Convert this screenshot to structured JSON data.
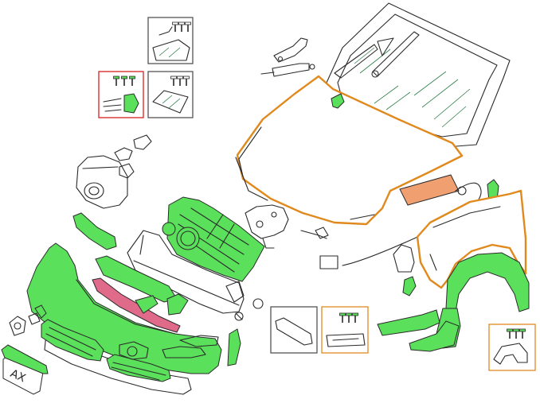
{
  "colors": {
    "highlight_green": "#5be05b",
    "outline_orange": "#e08a1e",
    "selected_red": "#d61f1f",
    "thumb_gray": "#555555",
    "panel_salmon": "#f0a070",
    "glass_line": "#2f7d4a",
    "ink": "#2a2a2a"
  },
  "license_plate": {
    "text": "AX"
  },
  "thumbnails": [
    {
      "id": "windshield-glass-kit",
      "state": "default"
    },
    {
      "id": "headlamp-kit",
      "state": "selected"
    },
    {
      "id": "glass-panel-kit",
      "state": "default"
    },
    {
      "id": "bumper-trim-part",
      "state": "default"
    },
    {
      "id": "bumper-support-kit",
      "state": "highlighted"
    },
    {
      "id": "fender-kit",
      "state": "highlighted"
    }
  ],
  "icons": {
    "screws": "screw-set-icon",
    "headlamp": "headlamp-icon",
    "glass": "glass-pane-icon",
    "windshield": "windshield-icon"
  }
}
